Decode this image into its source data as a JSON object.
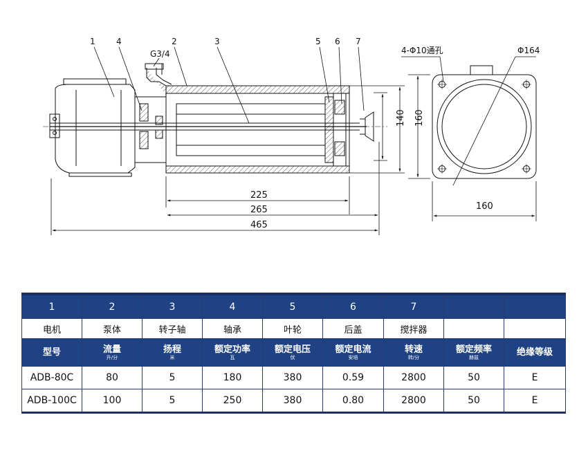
{
  "drawing": {
    "part_labels": [
      "1",
      "4",
      "G3/4",
      "2",
      "3",
      "5",
      "6",
      "7"
    ],
    "end_view_labels": {
      "holes": "4-Φ10通孔",
      "diameter": "Φ164"
    },
    "dimensions": {
      "d225": "225",
      "d265": "265",
      "d465": "465",
      "h140": "140",
      "h160": "160",
      "w160": "160"
    }
  },
  "table": {
    "index_row": [
      "1",
      "2",
      "3",
      "4",
      "5",
      "6",
      "7",
      "",
      ""
    ],
    "name_row": [
      "电机",
      "泵体",
      "转子轴",
      "轴承",
      "叶轮",
      "后盖",
      "搅拌器",
      "",
      ""
    ],
    "param_row": [
      {
        "name": "型号",
        "unit": ""
      },
      {
        "name": "流量",
        "unit": "升/分"
      },
      {
        "name": "扬程",
        "unit": "米"
      },
      {
        "name": "额定功率",
        "unit": "瓦"
      },
      {
        "name": "额定电压",
        "unit": "伏"
      },
      {
        "name": "额定电流",
        "unit": "安培"
      },
      {
        "name": "转速",
        "unit": "转/分"
      },
      {
        "name": "额定频率",
        "unit": "赫兹"
      },
      {
        "name": "绝缘等级",
        "unit": ""
      }
    ],
    "rows": [
      [
        "ADB-80C",
        "80",
        "5",
        "180",
        "380",
        "0.59",
        "2800",
        "50",
        "E"
      ],
      [
        "ADB-100C",
        "100",
        "5",
        "250",
        "380",
        "0.80",
        "2800",
        "50",
        "E"
      ]
    ]
  }
}
